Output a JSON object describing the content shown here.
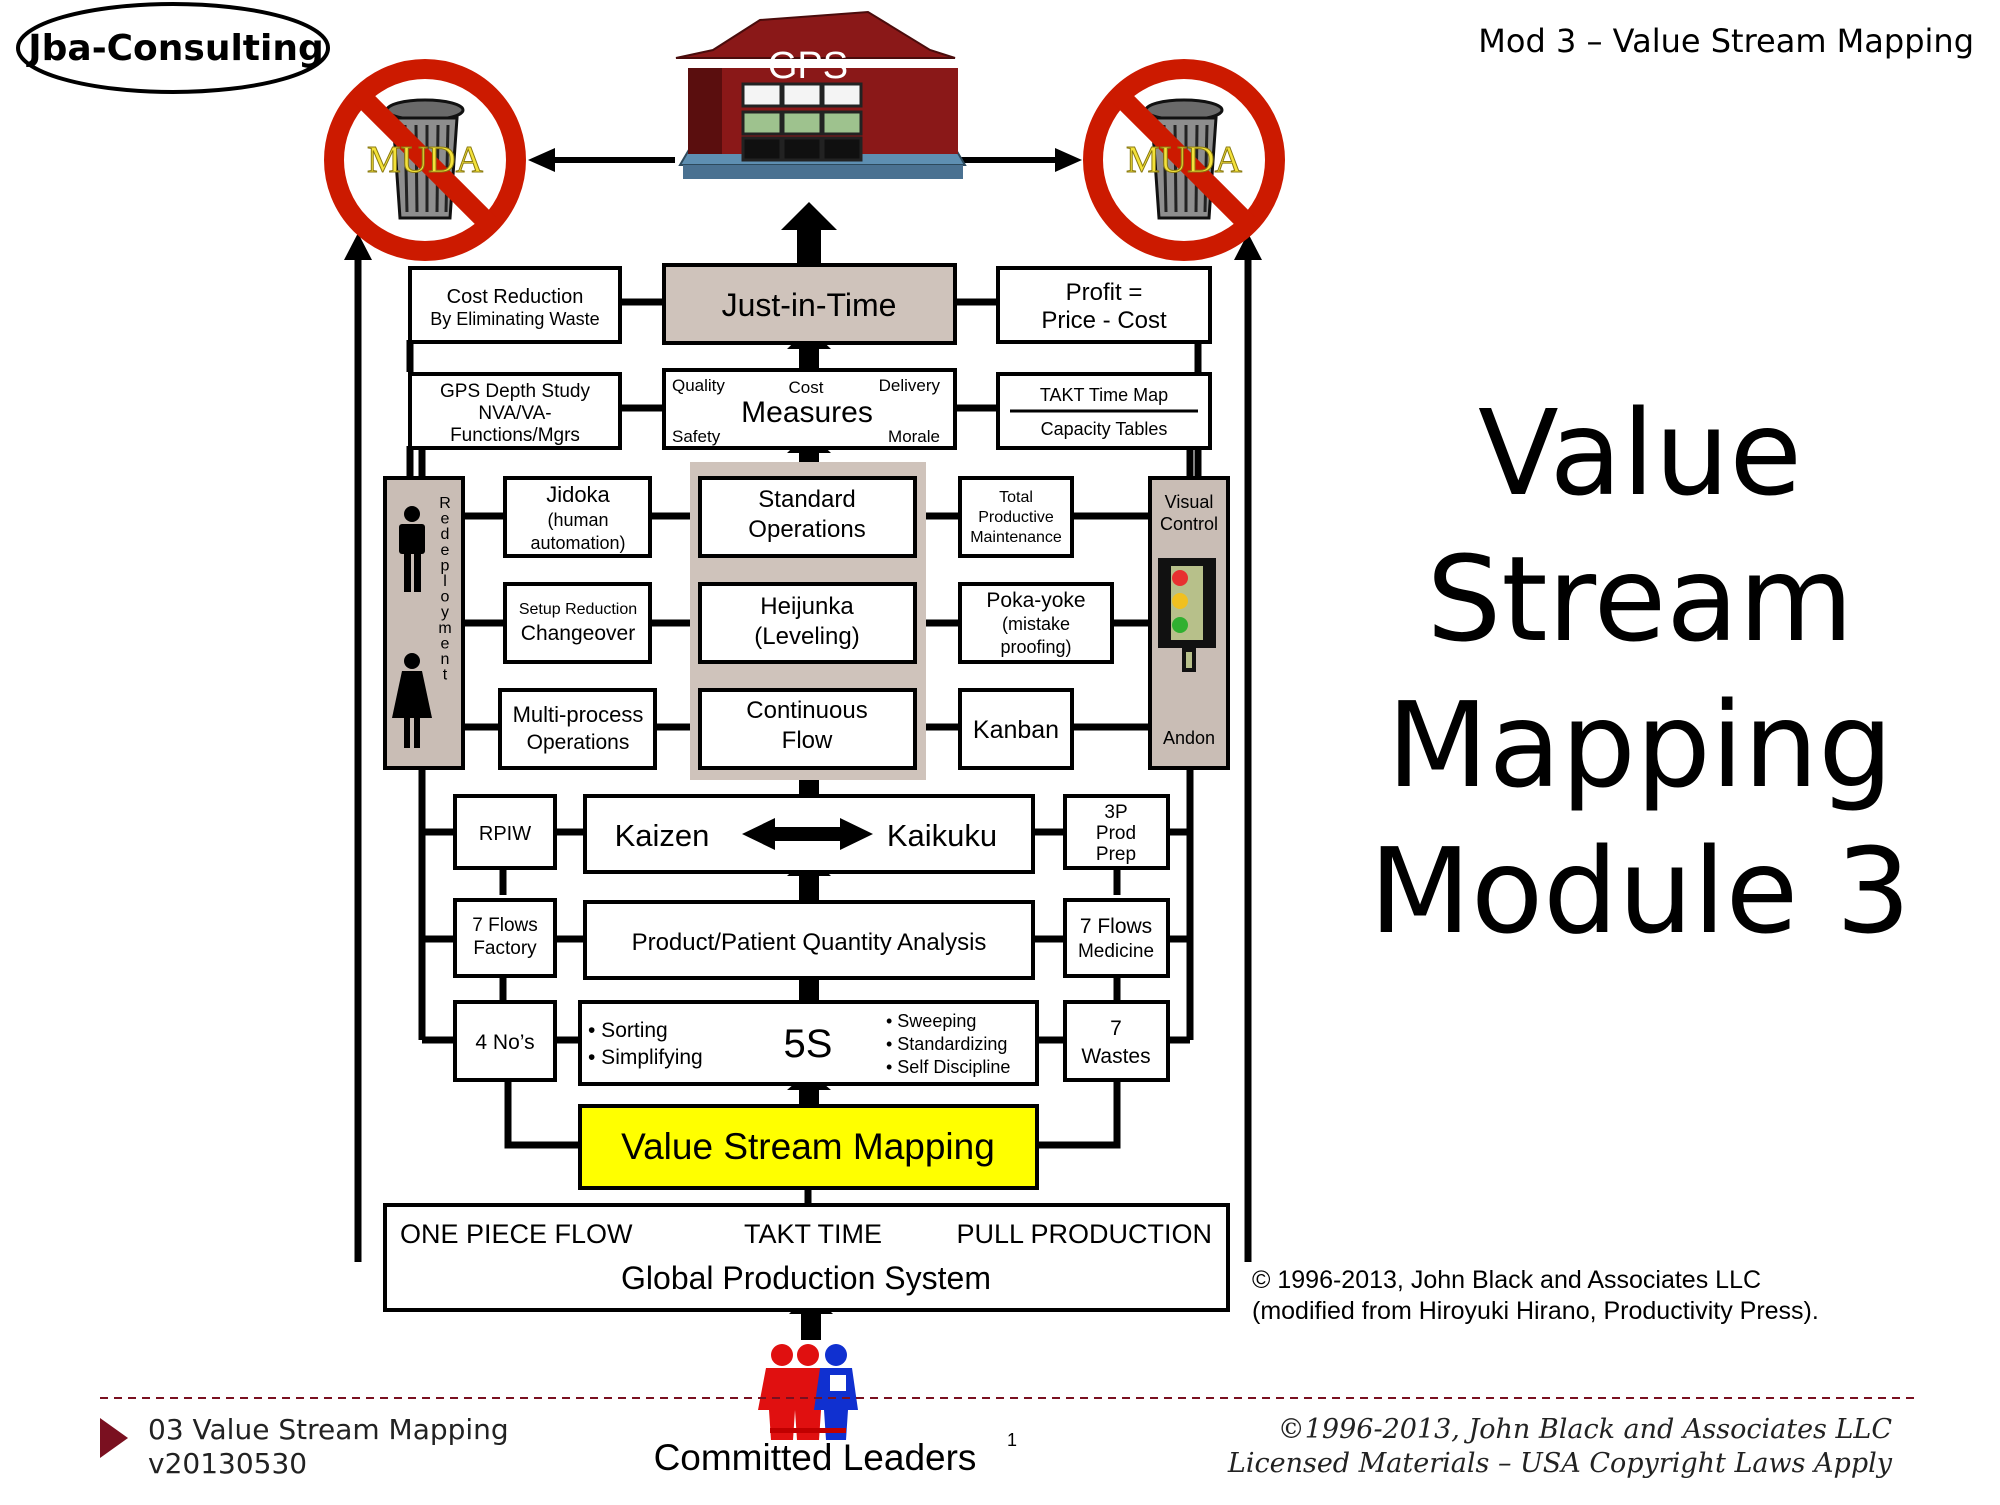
{
  "header": {
    "logo": "Jba-Consulting",
    "course": "Mod 3 – Value Stream Mapping"
  },
  "title": {
    "line1": "Value Stream",
    "line2": "Mapping",
    "line3": "Module 3"
  },
  "top": {
    "gps": "GPS",
    "muda": "MUDA"
  },
  "row1": {
    "left": [
      "Cost Reduction",
      "By Eliminating Waste"
    ],
    "center": "Just-in-Time",
    "right": [
      "Profit =",
      "Price - Cost"
    ]
  },
  "row2": {
    "left": [
      "GPS Depth Study",
      "NVA/VA-",
      "Functions/Mgrs"
    ],
    "measures": {
      "title": "Measures",
      "quality": "Quality",
      "cost": "Cost",
      "delivery": "Delivery",
      "safety": "Safety",
      "morale": "Morale"
    },
    "right_top": "TAKT Time Map",
    "right_bottom": "Capacity Tables"
  },
  "pillars": {
    "redeployment": "Redeployment",
    "visual_control": [
      "Visual",
      "Control"
    ],
    "andon": "Andon"
  },
  "center_column": {
    "standard_ops": [
      "Standard",
      "Operations"
    ],
    "heijunka": [
      "Heijunka",
      "(Leveling)"
    ],
    "continuous_flow": [
      "Continuous",
      "Flow"
    ]
  },
  "left_column": {
    "jidoka": [
      "Jidoka",
      "(human",
      "automation)"
    ],
    "setup": [
      "Setup Reduction",
      "Changeover"
    ],
    "multiprocess": [
      "Multi-process",
      "Operations"
    ]
  },
  "right_column": {
    "tpm": [
      "Total",
      "Productive",
      "Maintenance"
    ],
    "pokayoke": [
      "Poka-yoke",
      "(mistake",
      "proofing)"
    ],
    "kanban": "Kanban"
  },
  "lower": {
    "rpiw": "RPIW",
    "kaizen": "Kaizen",
    "kaikuku": "Kaikuku",
    "prep_3p": [
      "3P",
      "Prod",
      "Prep"
    ],
    "flows_factory": [
      "7 Flows",
      "Factory"
    ],
    "pqa": "Product/Patient Quantity Analysis",
    "flows_medicine": [
      "7 Flows",
      "Medicine"
    ],
    "four_nos": "4 No’s",
    "five_s": "5S",
    "five_s_left": [
      "• Sorting",
      "• Simplifying"
    ],
    "five_s_right": [
      "• Sweeping",
      "• Standardizing",
      "• Self Discipline"
    ],
    "seven_wastes": [
      "7",
      "Wastes"
    ],
    "vsm": "Value Stream Mapping"
  },
  "base": {
    "one_piece_flow": "ONE PIECE FLOW",
    "takt_time": "TAKT TIME",
    "pull_production": "PULL PRODUCTION",
    "system": "Global Production System",
    "leaders": "Committed Leaders"
  },
  "copyright": {
    "line1": "© 1996-2013, John Black and Associates LLC",
    "line2": "(modified from Hiroyuki Hirano, Productivity Press)."
  },
  "footer": {
    "deck": "03 Value Stream Mapping",
    "version": "v20130530",
    "page": "1",
    "copyright_line1": "©1996-2013, John Black and Associates LLC",
    "copyright_line2": "Licensed Materials – USA Copyright Laws Apply"
  },
  "colors": {
    "highlight": "#ffff00",
    "shaded_box": "#cfc3bb",
    "pillar": "#c9bdb5",
    "no_sign": "#cc1a00",
    "footer_triangle": "#7a1020",
    "house_roof": "#8a1818",
    "house_base": "#5e8fb2",
    "leader_red": "#e01010",
    "leader_blue": "#1030d0"
  }
}
